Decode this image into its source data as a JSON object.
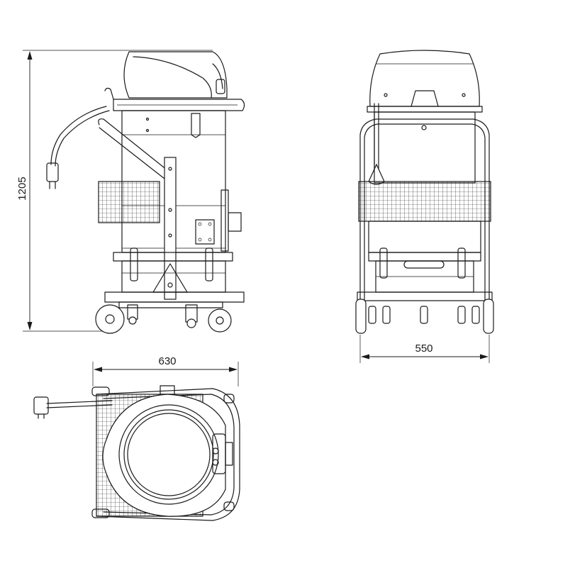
{
  "dimensions": {
    "height": "1205",
    "length": "630",
    "width": "550"
  },
  "views": [
    "side-view",
    "front-view",
    "top-view"
  ],
  "colors": {
    "line": "#1a1a1a",
    "background": "#ffffff"
  }
}
